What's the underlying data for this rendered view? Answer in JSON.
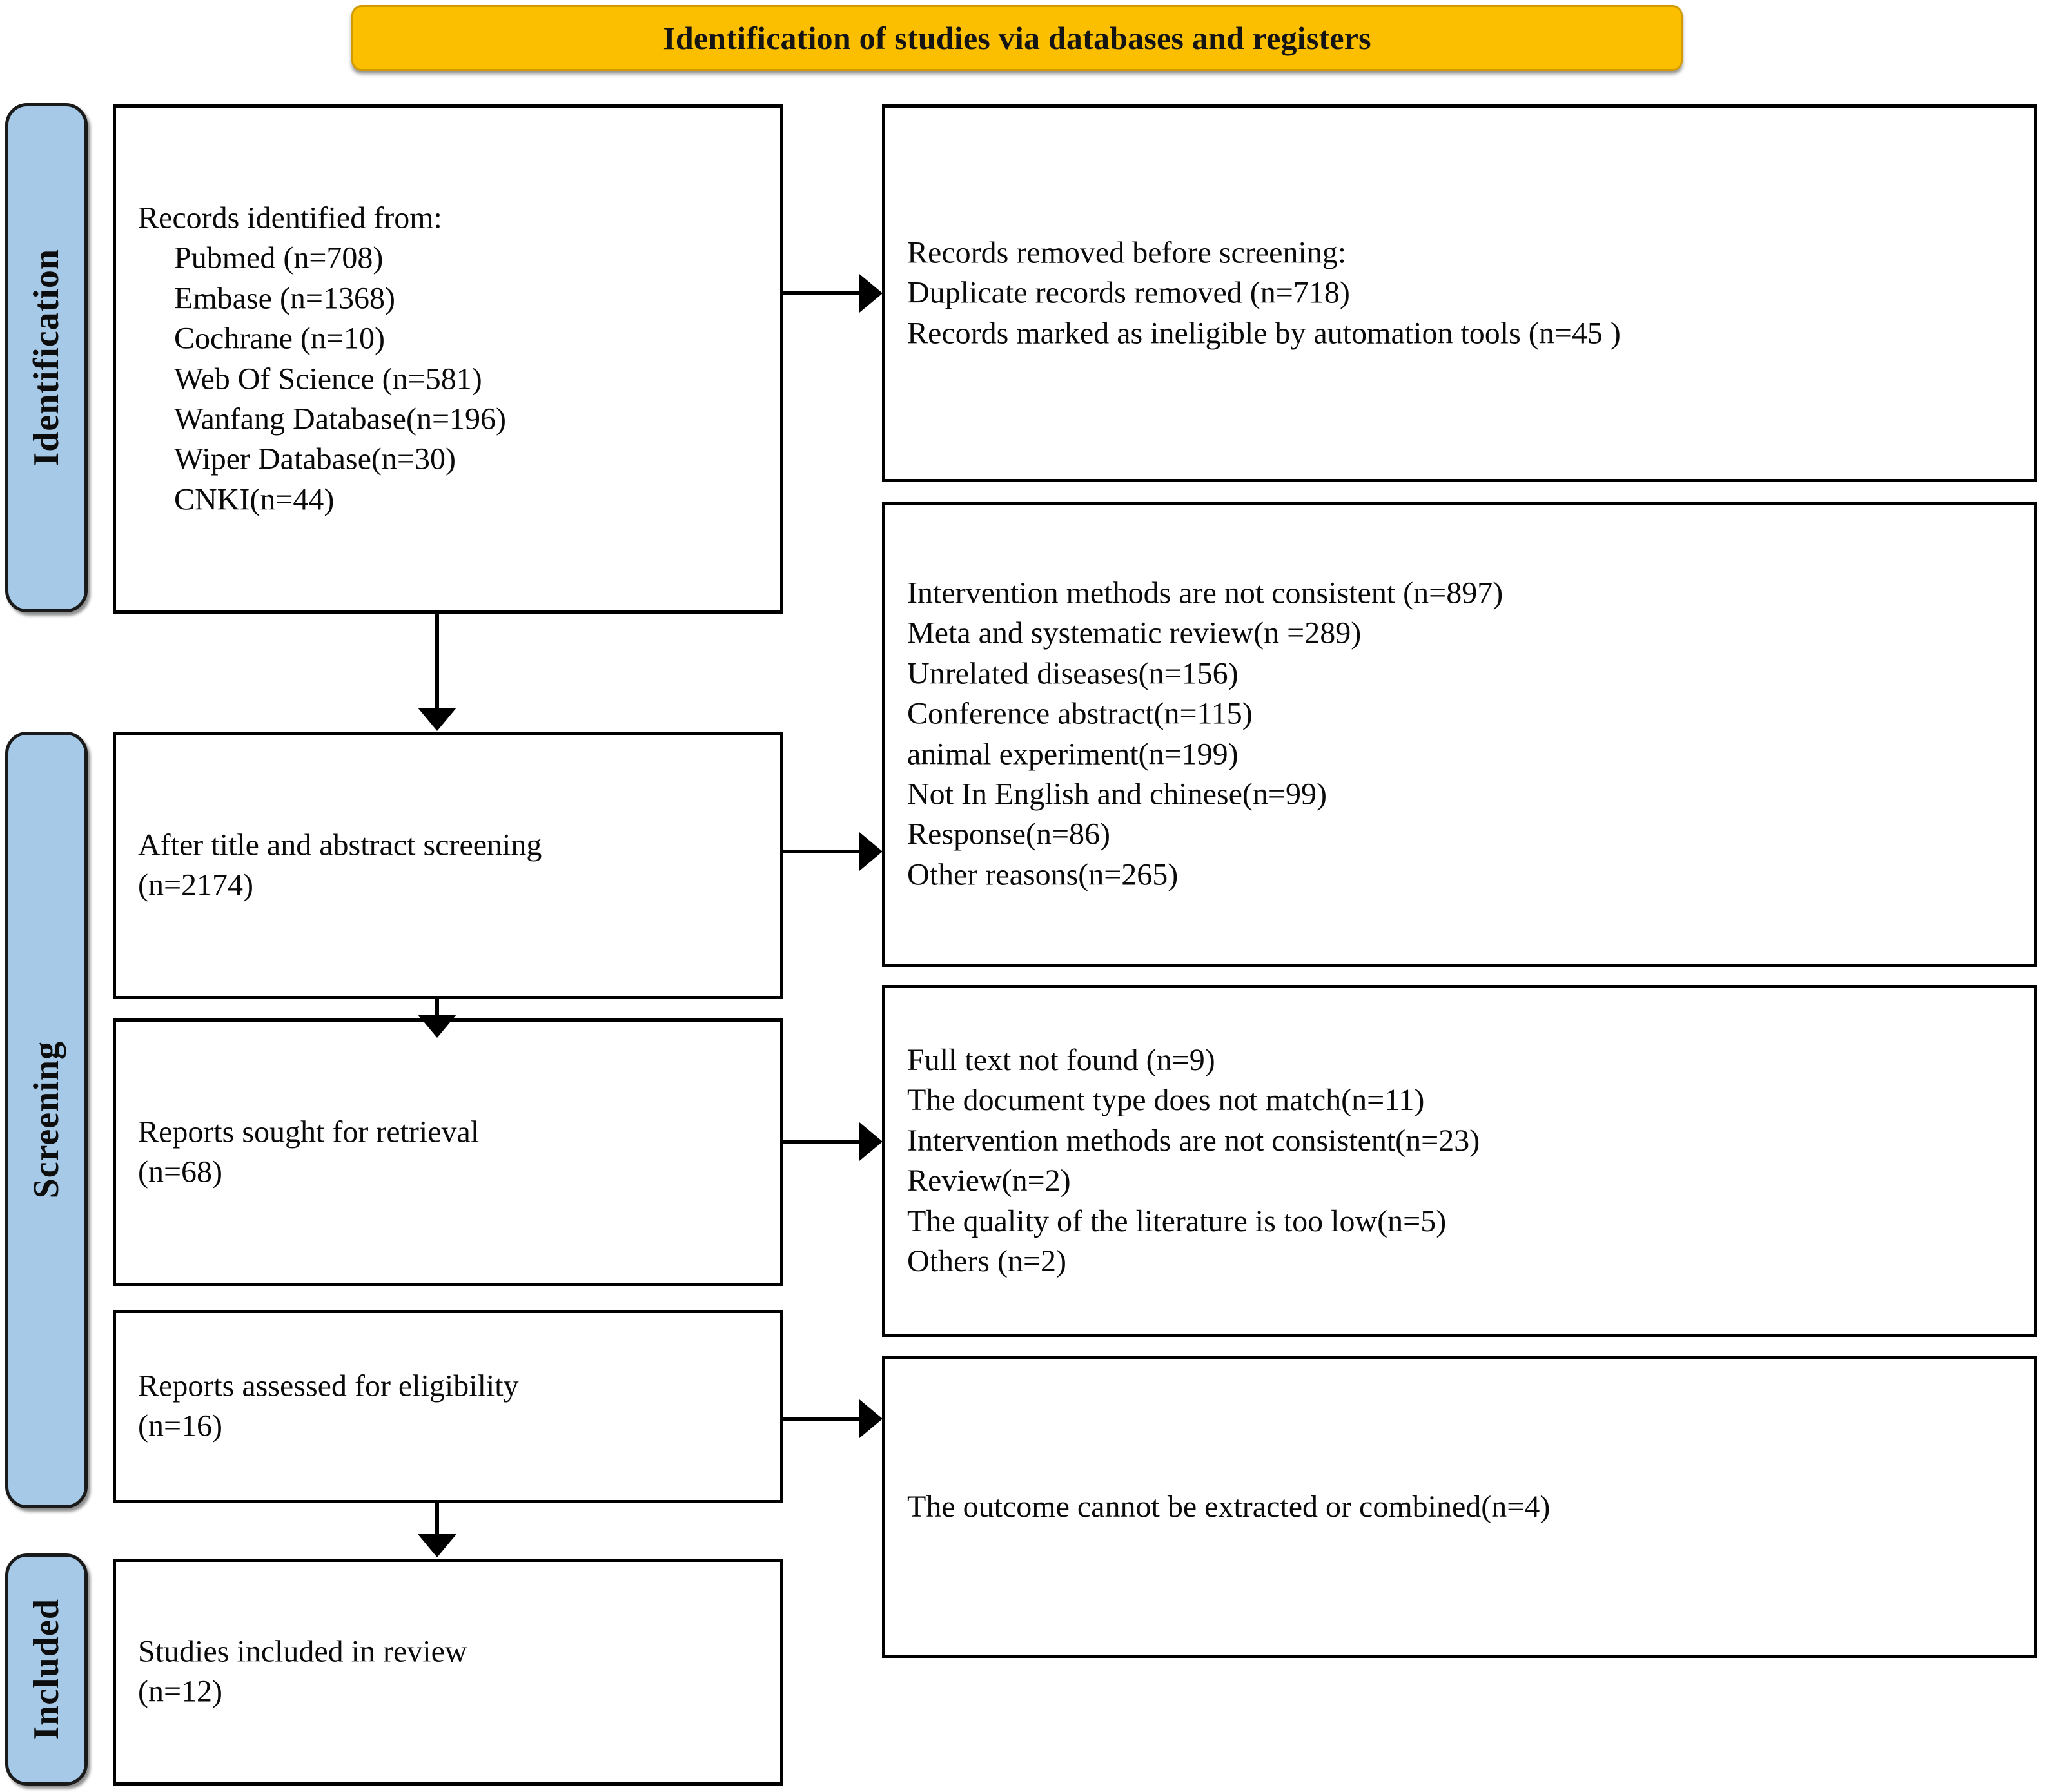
{
  "banner": {
    "title": "Identification of studies via databases and registers",
    "color": "#fbbf00"
  },
  "phases": {
    "identification": "Identification",
    "screening": "Screening",
    "included": "Included",
    "color": "#a6c9e8"
  },
  "flow": {
    "identified": {
      "heading": "Records identified from:",
      "sources": [
        "Pubmed (n=708)",
        "Embase (n=1368)",
        "Cochrane (n=10)",
        "Web Of Science (n=581)",
        "Wanfang Database(n=196)",
        "Wiper Database(n=30)",
        "CNKI(n=44)"
      ]
    },
    "after_screening": {
      "label": "After title and abstract screening",
      "count": "(n=2174)"
    },
    "sought": {
      "label": "Reports sought for retrieval",
      "count": "(n=68)"
    },
    "assessed": {
      "label": "Reports assessed for eligibility",
      "count": " (n=16)"
    },
    "included": {
      "label": "Studies included in review",
      "count": "(n=12)"
    }
  },
  "exclusions": {
    "removed_before_screening": {
      "heading": "Records removed before screening:",
      "items": [
        "Duplicate records removed (n=718)",
        "Records marked as ineligible by automation tools (n=45 )"
      ]
    },
    "excluded_title_abstract": {
      "items": [
        "Intervention methods are not consistent (n=897)",
        "Meta and systematic review(n =289)",
        "Unrelated diseases(n=156)",
        "Conference abstract(n=115)",
        "animal experiment(n=199)",
        "Not In English and chinese(n=99)",
        "Response(n=86)",
        "Other reasons(n=265)"
      ]
    },
    "excluded_retrieval": {
      "items": [
        "Full text not found (n=9)",
        "The document type does not match(n=11)",
        "Intervention methods are not consistent(n=23)",
        "Review(n=2)",
        "The quality of the literature is too low(n=5)",
        "Others (n=2)"
      ]
    },
    "excluded_eligibility": {
      "items": [
        "The outcome cannot be extracted or combined(n=4)"
      ]
    }
  }
}
